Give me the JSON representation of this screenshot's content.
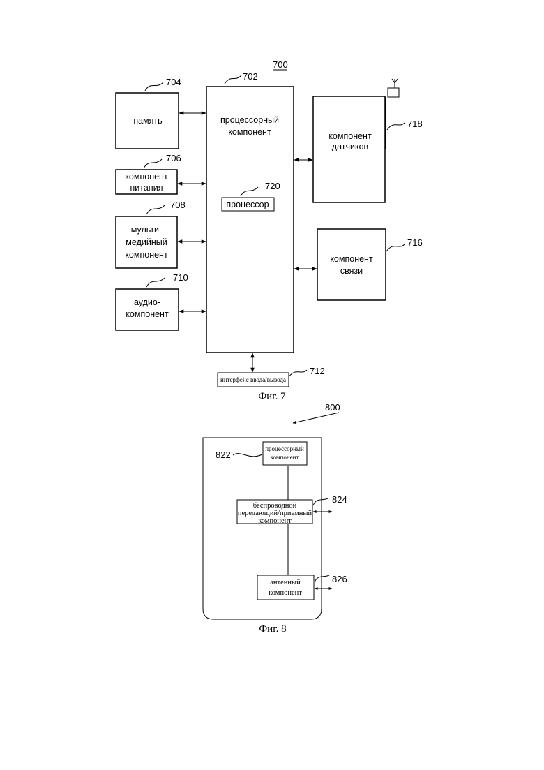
{
  "fig7": {
    "ref": "700",
    "caption": "Фиг. 7",
    "processing_component": {
      "ref": "702",
      "line1": "процессорный",
      "line2": "компонент"
    },
    "processor": {
      "ref": "720",
      "label": "процессор"
    },
    "memory": {
      "ref": "704",
      "label": "память"
    },
    "power": {
      "ref": "706",
      "line1": "компонент",
      "line2": "питания"
    },
    "multimedia": {
      "ref": "708",
      "line1": "мульти-",
      "line2": "медийный",
      "line3": "компонент"
    },
    "audio": {
      "ref": "710",
      "line1": "аудио-",
      "line2": "компонент"
    },
    "io_interface": {
      "ref": "712",
      "label": "интерфейс ввода/вывода"
    },
    "communication": {
      "ref": "716",
      "line1": "компонент",
      "line2": "связи"
    },
    "sensor": {
      "ref": "718",
      "line1": "компонент",
      "line2": "датчиков"
    }
  },
  "fig8": {
    "ref": "800",
    "caption": "Фиг. 8",
    "processing_component": {
      "ref": "822",
      "line1": "процессорный",
      "line2": "компонент"
    },
    "transceiver": {
      "ref": "824",
      "line1": "беспроводной",
      "line2": "передающий/приемный",
      "line3": "компонент"
    },
    "antenna": {
      "ref": "826",
      "line1": "антенный",
      "line2": "компонент"
    }
  }
}
